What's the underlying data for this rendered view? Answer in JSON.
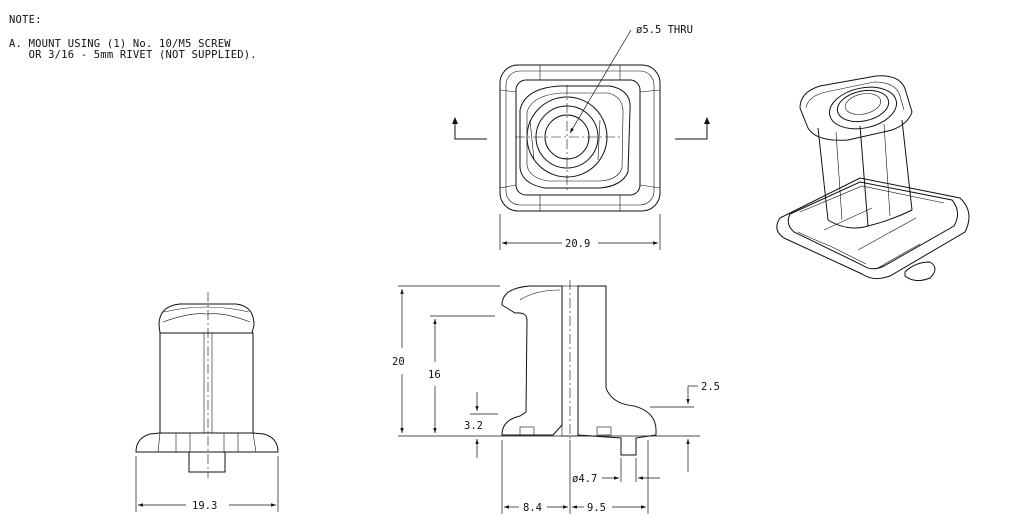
{
  "notes": {
    "heading": "NOTE:",
    "line1": "A. MOUNT USING (1) No. 10/M5 SCREW",
    "line2": "   OR 3/16 - 5mm RIVET (NOT SUPPLIED)."
  },
  "dimensions": {
    "hole_callout": "ø5.5 THRU",
    "top_width": "20.9",
    "side_width": "19.3",
    "overall_height": "20",
    "stem_height": "16",
    "base_step": "3.2",
    "flange_thickness": "2.5",
    "pin_diameter": "ø4.7",
    "left_offset": "8.4",
    "right_offset": "9.5"
  }
}
